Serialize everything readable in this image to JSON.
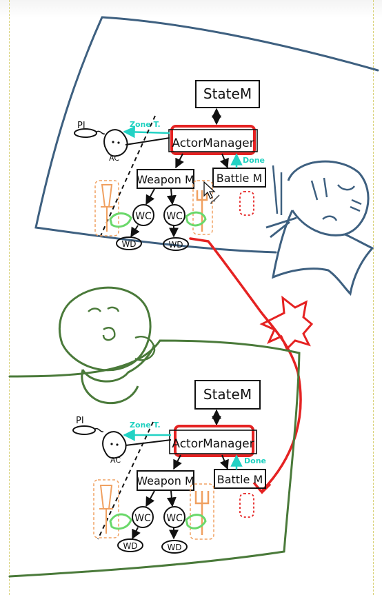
{
  "colors": {
    "blue_outline": "#3e6080",
    "green_outline": "#4a7a3a",
    "red_annotation": "#e52222",
    "cyan_arrow": "#22d2c4",
    "orange_weapon": "#f0a060",
    "green_hand": "#6ad86a",
    "ink": "#111111"
  },
  "top_panel": {
    "state": "StateM",
    "actor": "ActorManager",
    "weapon": "Weapon M",
    "battle": "Battle M",
    "wc_left": "WC",
    "wc_right": "WC",
    "wd_left": "WD",
    "wd_right": "WD",
    "pi": "PI",
    "ac": "AC",
    "zone": "Zone T.",
    "done": "Done"
  },
  "bottom_panel": {
    "state": "StateM",
    "actor": "ActorManager",
    "weapon": "Weapon M",
    "battle": "Battle M",
    "wc_left": "WC",
    "wc_right": "WC",
    "wd_left": "WD",
    "wd_right": "WD",
    "pi": "PI",
    "ac": "AC",
    "zone": "Zone T.",
    "done": "Done"
  },
  "icons": {
    "cursor": "mouse-cursor-icon",
    "brush": "brush-icon"
  }
}
